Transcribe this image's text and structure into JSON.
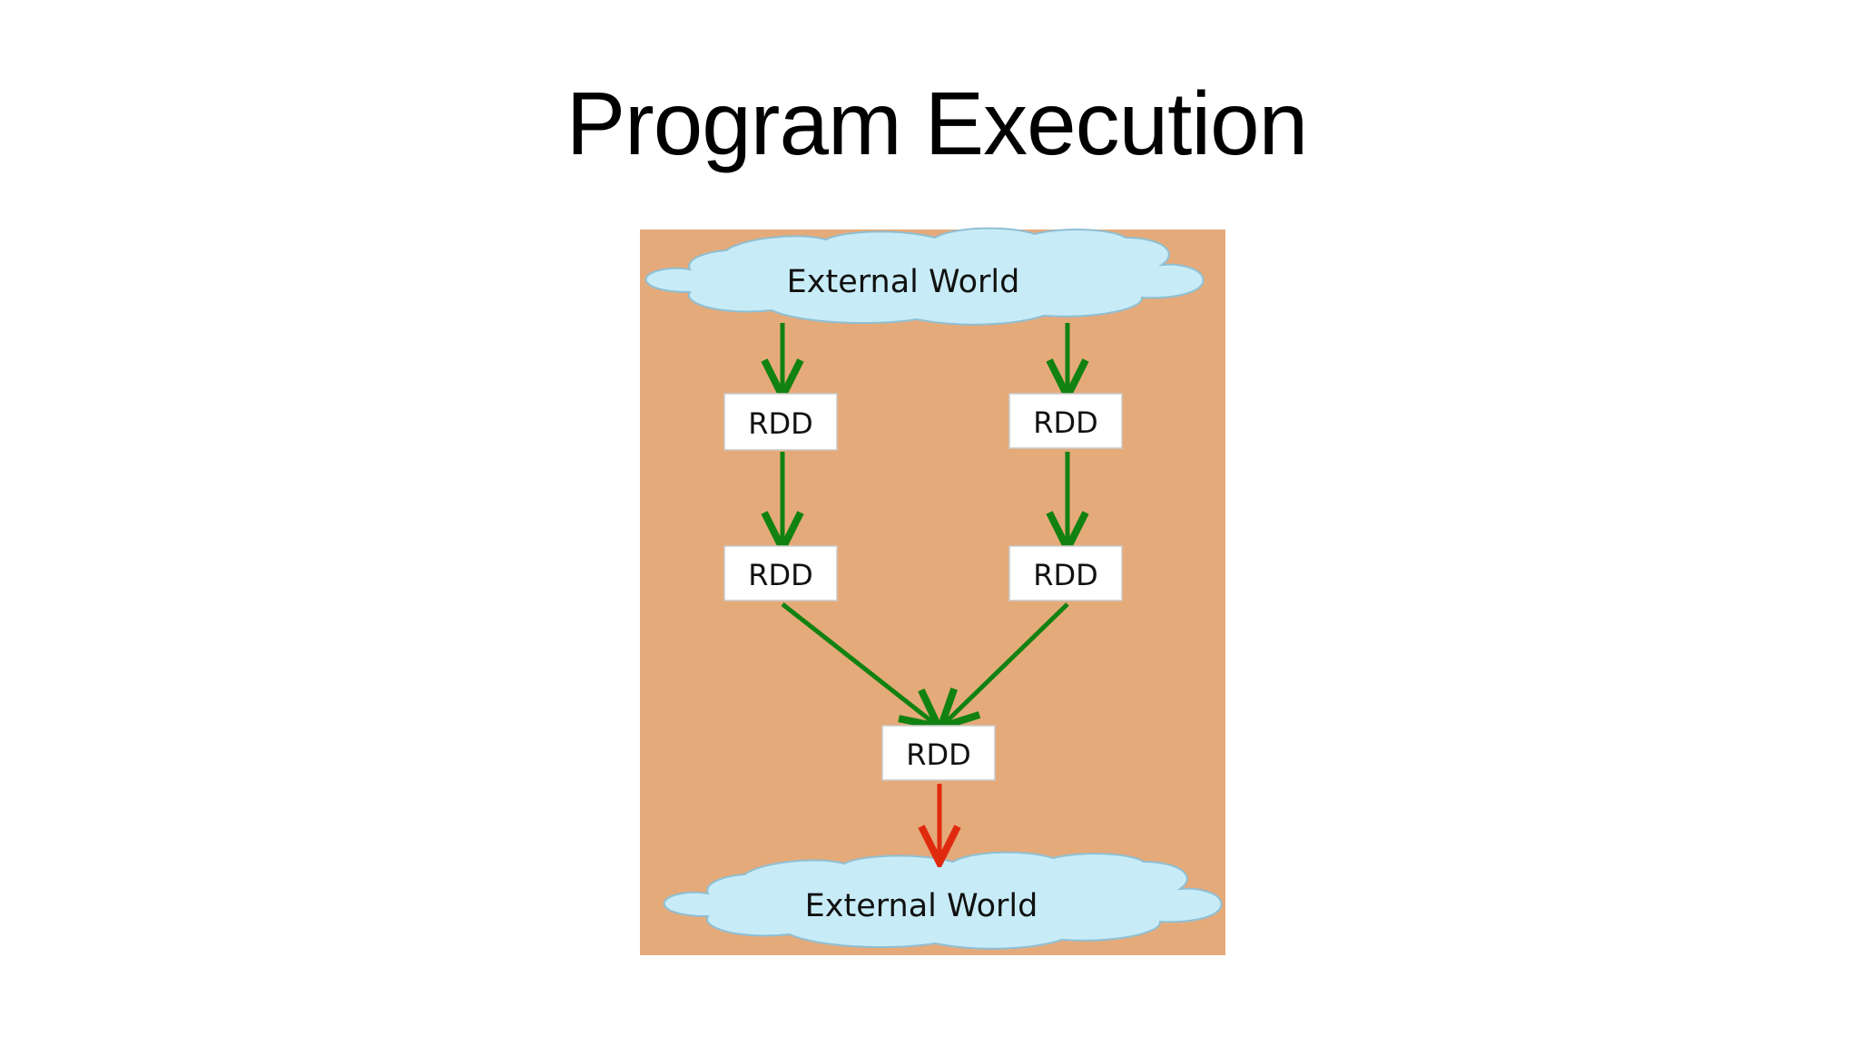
{
  "slide": {
    "title": "Program Execution"
  },
  "diagram": {
    "background_color": "#e5aa7a",
    "cloud_color": "#c8ecf7",
    "box_color": "#ffffff",
    "arrow_color_primary": "#118211",
    "arrow_color_output": "#e02a10",
    "clouds": [
      {
        "id": "external-world-top",
        "label": "External World"
      },
      {
        "id": "external-world-bottom",
        "label": "External World"
      }
    ],
    "nodes": [
      {
        "id": "rdd-left-1",
        "label": "RDD"
      },
      {
        "id": "rdd-right-1",
        "label": "RDD"
      },
      {
        "id": "rdd-left-2",
        "label": "RDD"
      },
      {
        "id": "rdd-right-2",
        "label": "RDD"
      },
      {
        "id": "rdd-merged",
        "label": "RDD"
      }
    ],
    "edges": [
      {
        "from": "external-world-top",
        "to": "rdd-left-1",
        "color": "primary"
      },
      {
        "from": "external-world-top",
        "to": "rdd-right-1",
        "color": "primary"
      },
      {
        "from": "rdd-left-1",
        "to": "rdd-left-2",
        "color": "primary"
      },
      {
        "from": "rdd-right-1",
        "to": "rdd-right-2",
        "color": "primary"
      },
      {
        "from": "rdd-left-2",
        "to": "rdd-merged",
        "color": "primary"
      },
      {
        "from": "rdd-right-2",
        "to": "rdd-merged",
        "color": "primary"
      },
      {
        "from": "rdd-merged",
        "to": "external-world-bottom",
        "color": "output"
      }
    ]
  }
}
